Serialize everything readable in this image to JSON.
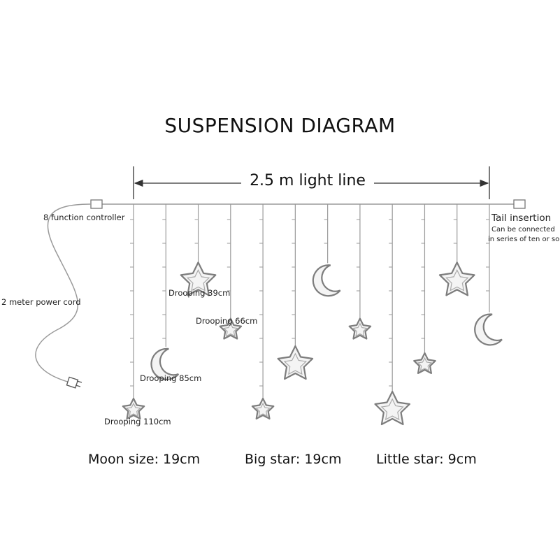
{
  "title": "SUSPENSION DIAGRAM",
  "light_line_label": "2.5 m light line",
  "controller_label": "8 function controller",
  "power_cord_label": "2 meter power cord",
  "tail_label": "Tail insertion",
  "tail_note_line1": "Can be connected",
  "tail_note_line2": "in series of ten or so",
  "drop_labels": {
    "d39": "Drooping 39cm",
    "d66": "Drooping 66cm",
    "d85": "Drooping 85cm",
    "d110": "Drooping 110cm"
  },
  "legend": {
    "moon": "Moon size: 19cm",
    "big_star": "Big star: 19cm",
    "little_star": "Little star: 9cm"
  },
  "strands": [
    {
      "ornament": "little-star",
      "drop_cm": 110
    },
    {
      "ornament": "moon",
      "drop_cm": 85
    },
    {
      "ornament": "big-star",
      "drop_cm": 39
    },
    {
      "ornament": "little-star",
      "drop_cm": 66
    },
    {
      "ornament": "little-star",
      "drop_cm": 110
    },
    {
      "ornament": "big-star",
      "drop_cm": 85
    },
    {
      "ornament": "moon",
      "drop_cm": 39
    },
    {
      "ornament": "little-star",
      "drop_cm": 66
    },
    {
      "ornament": "big-star",
      "drop_cm": 110
    },
    {
      "ornament": "little-star",
      "drop_cm": 85
    },
    {
      "ornament": "big-star",
      "drop_cm": 39
    },
    {
      "ornament": "moon",
      "drop_cm": 66
    }
  ],
  "colors": {
    "line": "#9a9a9a",
    "ornament": "#7d7d7d",
    "text": "#111111"
  }
}
